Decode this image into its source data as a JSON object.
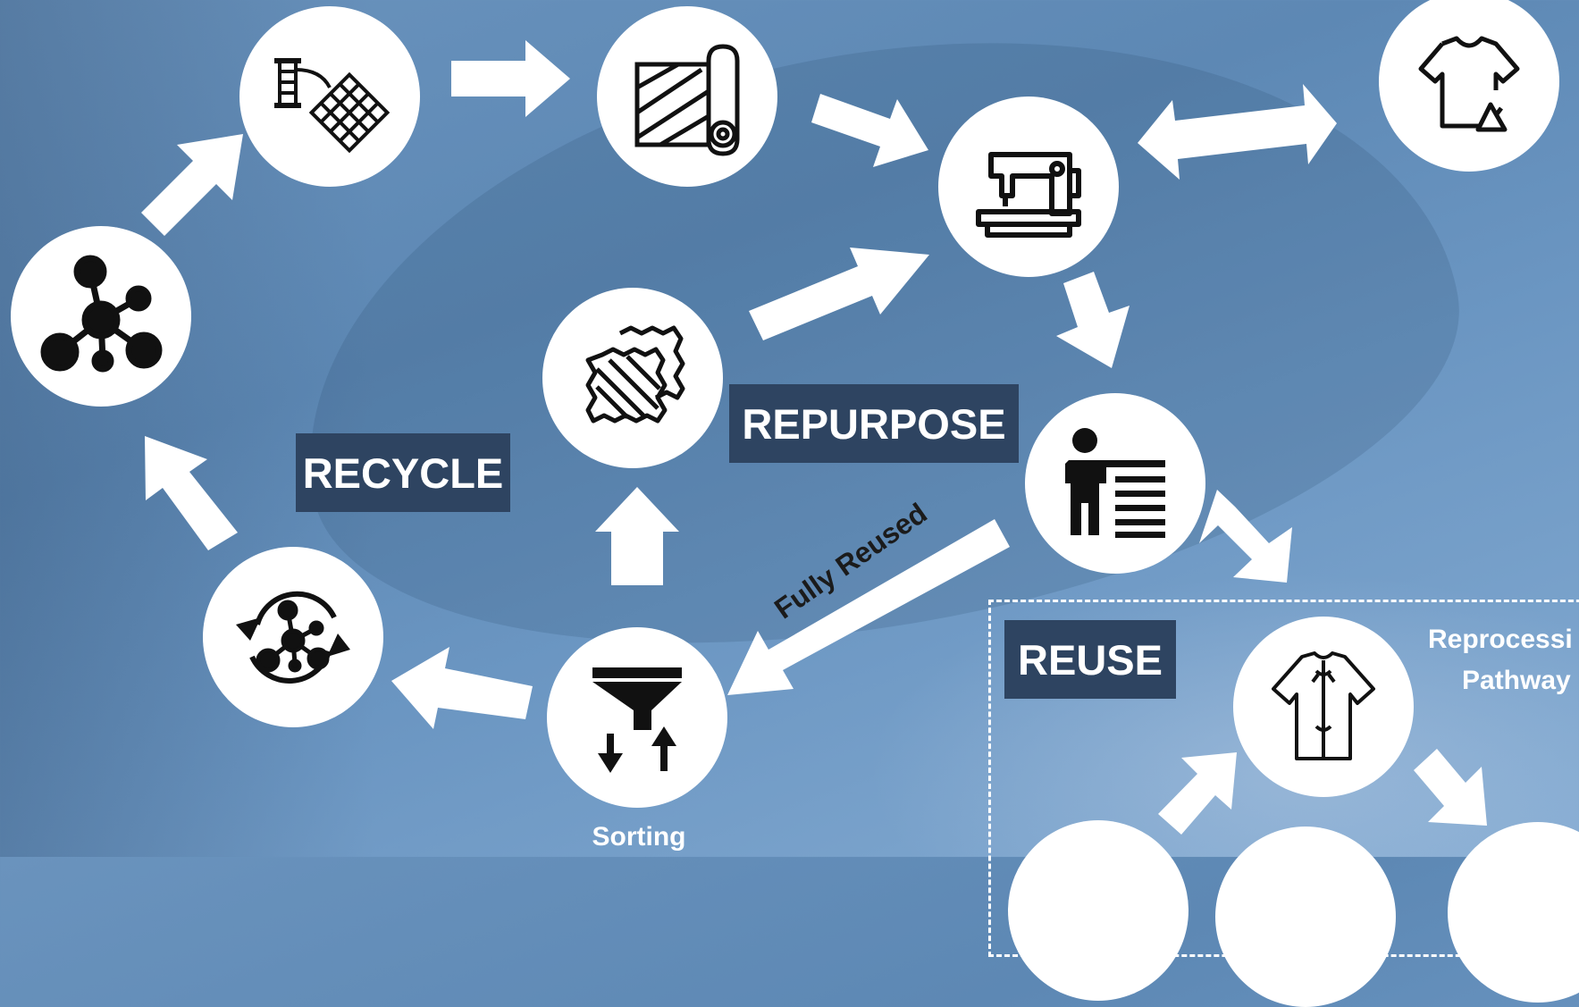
{
  "labels": {
    "recycle": "RECYCLE",
    "repurpose": "REPURPOSE",
    "reuse": "REUSE",
    "fully_reused": "Fully Reused",
    "sorting": "Sorting",
    "reprocessing_line1": "Reprocessi",
    "reprocessing_line2": "Pathway"
  },
  "icons": {
    "yarn": "yarn-weave-icon",
    "fabric": "fabric-roll-icon",
    "sewing": "sewing-machine-icon",
    "tshirt": "tshirt-recycle-icon",
    "molecule": "molecule-icon",
    "scraps": "fabric-scraps-icon",
    "user": "user-list-icon",
    "recycle_molecule": "molecule-cycle-icon",
    "sorting": "funnel-sort-icon",
    "gown": "gown-icon"
  },
  "colors": {
    "label_box": "#2e4461",
    "arrow": "#ffffff",
    "node": "#ffffff",
    "icon": "#111111"
  }
}
